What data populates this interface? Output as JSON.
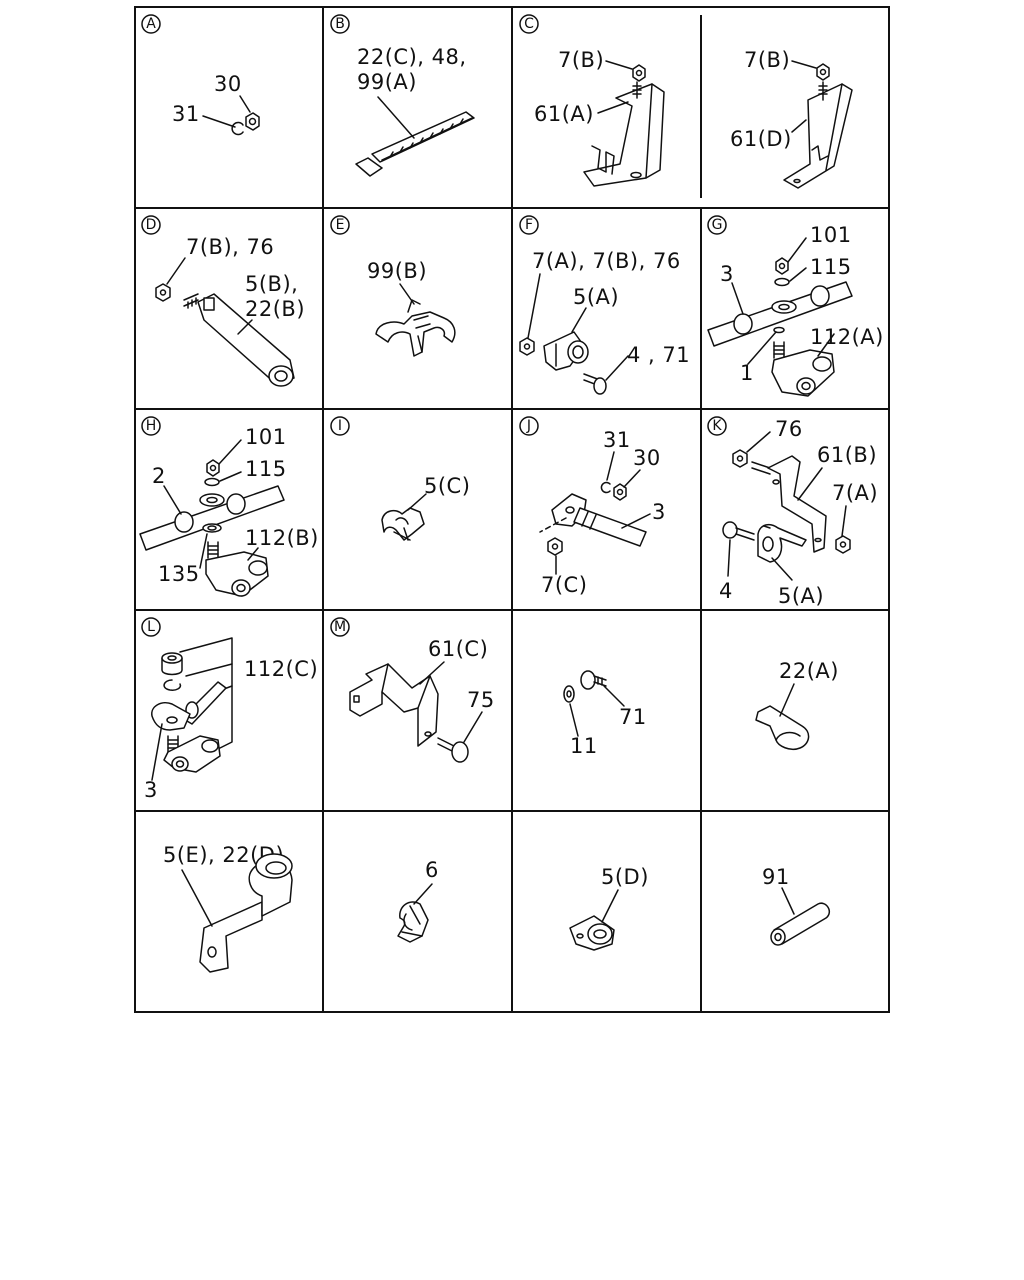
{
  "cells": {
    "A": {
      "letter": "A",
      "labels": [
        "30",
        "31"
      ]
    },
    "B": {
      "letter": "B",
      "labels": [
        "22(C), 48,",
        "99(A)"
      ]
    },
    "C": {
      "letter": "C",
      "labels": [
        "7(B)",
        "61(A)",
        "7(B)",
        "61(D)"
      ]
    },
    "D": {
      "letter": "D",
      "labels": [
        "7(B), 76",
        "5(B),",
        "22(B)"
      ]
    },
    "E": {
      "letter": "E",
      "labels": [
        "99(B)"
      ]
    },
    "F": {
      "letter": "F",
      "labels": [
        "7(A), 7(B), 76",
        "5(A)",
        "4 , 71"
      ]
    },
    "G": {
      "letter": "G",
      "labels": [
        "101",
        "115",
        "3",
        "112(A)",
        "1"
      ]
    },
    "H": {
      "letter": "H",
      "labels": [
        "101",
        "115",
        "2",
        "112(B)",
        "135"
      ]
    },
    "I": {
      "letter": "I",
      "labels": [
        "5(C)"
      ]
    },
    "J": {
      "letter": "J",
      "labels": [
        "31",
        "30",
        "3",
        "7(C)"
      ]
    },
    "K": {
      "letter": "K",
      "labels": [
        "76",
        "61(B)",
        "7(A)",
        "4",
        "5(A)"
      ]
    },
    "L": {
      "letter": "L",
      "labels": [
        "112(C)",
        "3"
      ]
    },
    "M": {
      "letter": "M",
      "labels": [
        "61(C)",
        "75"
      ]
    },
    "N": {
      "labels": [
        "71",
        "11"
      ]
    },
    "O": {
      "labels": [
        "22(A)"
      ]
    },
    "P": {
      "labels": [
        "5(E), 22(D)"
      ]
    },
    "Q": {
      "labels": [
        "6"
      ]
    },
    "R": {
      "labels": [
        "5(D)"
      ]
    },
    "S": {
      "labels": [
        "91"
      ]
    }
  }
}
